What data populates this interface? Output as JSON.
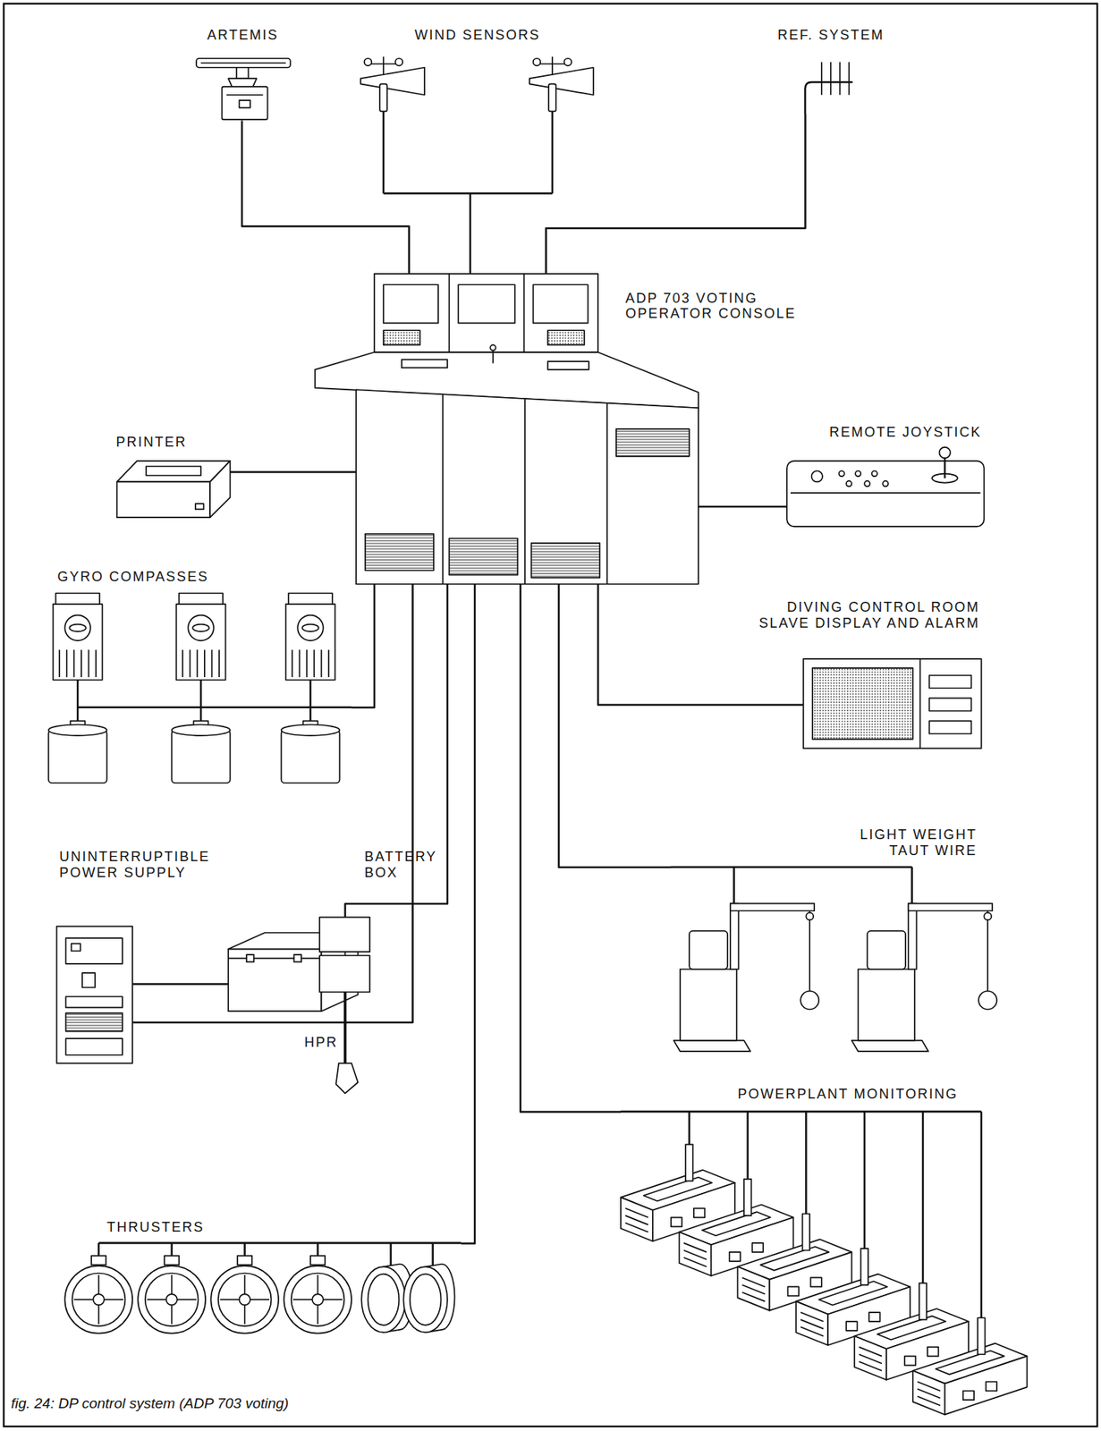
{
  "diagram": {
    "caption": "fig. 24: DP control system (ADP 703 voting)",
    "nodes": [
      {
        "text": [
          "ARTEMIS"
        ]
      },
      {
        "text": [
          "WIND SENSORS"
        ]
      },
      {
        "text": [
          "REF. SYSTEM"
        ]
      },
      {
        "text": [
          "ADP 703 VOTING OPERATOR CONSOLE"
        ]
      },
      {
        "text": [
          "PRINTER"
        ]
      },
      {
        "text": [
          "REMOTE JOYSTICK"
        ]
      },
      {
        "text": [
          "GYRO COMPASSES"
        ]
      },
      {
        "text": [
          "DIVING CONTROL ROOM SLAVE DISPLAY AND ALARM"
        ]
      },
      {
        "text": [
          "UNINTERRUPTIBLE POWER SUPPLY"
        ]
      },
      {
        "text": [
          "BATTERY BOX"
        ]
      },
      {
        "text": [
          "LIGHT WEIGHT TAUT WIRE"
        ]
      },
      {
        "text": [
          "HPR"
        ]
      },
      {
        "text": [
          "POWERPLANT MONITORING"
        ]
      },
      {
        "text": [
          "THRUSTERS"
        ]
      }
    ],
    "edges": [
      {
        "from": 0,
        "to": 3,
        "arrow": "none"
      },
      {
        "from": 1,
        "to": 3,
        "arrow": "none"
      },
      {
        "from": 2,
        "to": 3,
        "arrow": "none"
      },
      {
        "from": 3,
        "to": 4,
        "arrow": "none"
      },
      {
        "from": 3,
        "to": 5,
        "arrow": "none"
      },
      {
        "from": 3,
        "to": 6,
        "arrow": "none"
      },
      {
        "from": 3,
        "to": 7,
        "arrow": "none"
      },
      {
        "from": 3,
        "to": 8,
        "arrow": "none"
      },
      {
        "from": 8,
        "to": 9,
        "arrow": "none"
      },
      {
        "from": 3,
        "to": 10,
        "arrow": "none"
      },
      {
        "from": 3,
        "to": 11,
        "arrow": "none"
      },
      {
        "from": 3,
        "to": 12,
        "arrow": "none"
      },
      {
        "from": 3,
        "to": 13,
        "arrow": "none"
      }
    ]
  }
}
